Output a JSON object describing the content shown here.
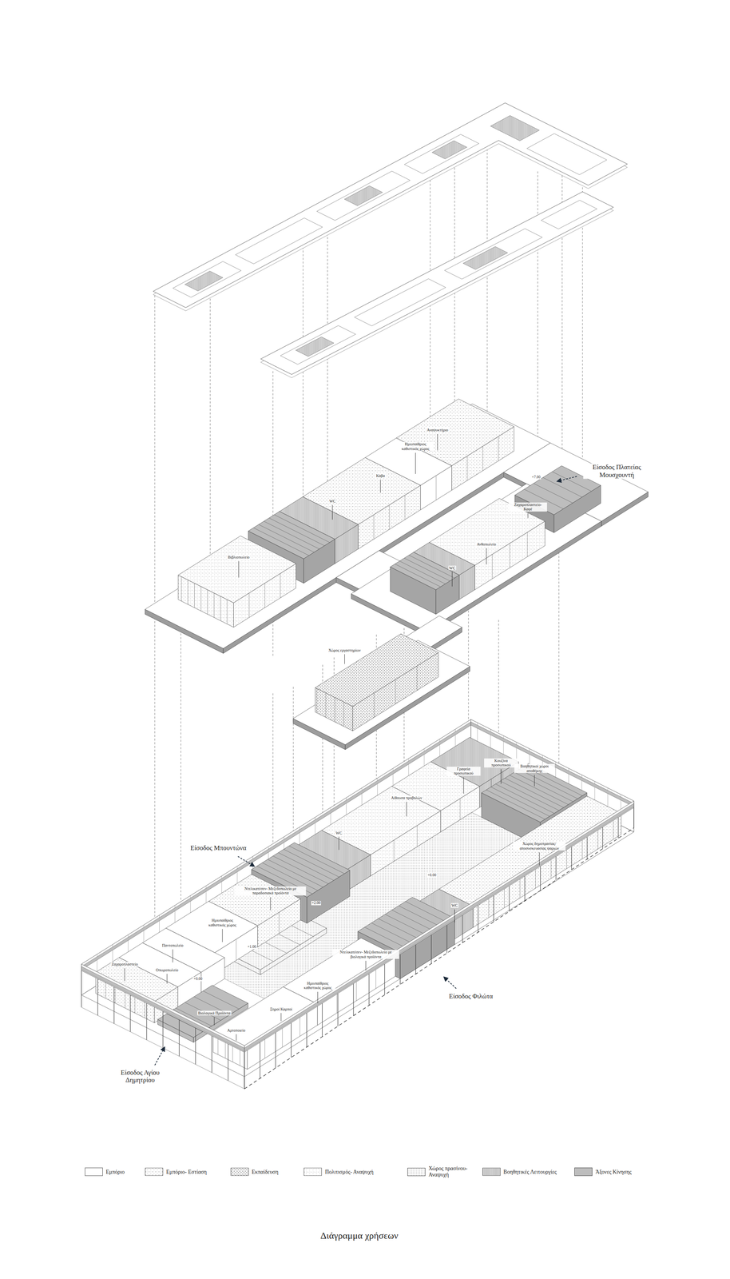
{
  "diagram": {
    "caption": "Διάγραμμα χρήσεων",
    "labels": [
      "Αναψυκτήριο",
      "Ημιυπαίθριος καθιστικός χώρος",
      "Είσοδος Πλατείας Μουσχουντή",
      "+7.00",
      "Κάβα",
      "WC",
      "Ζαχαροπλαστείο- Καφέ",
      "Ανθοπωλείο",
      "Βιβλιοπωλείο",
      "WC",
      "Χώρος εργαστηρίων",
      "Γραφεία προσωπικού",
      "Κουζίνα προσωπικού",
      "Βοηθητικοί χώροι αποθήκης",
      "Αίθουσα προβολών",
      "Χώρος δημοπρασίας/ αποσυσκευασίας ψαριών",
      "WC",
      "Είσοδος Μπουντώνα",
      "+0.00",
      "Ντελικατέσεν- Μεζεδοπωλείο με παραδοσιακά προϊόντα",
      "+2.00",
      "WC",
      "Ημιυπαίθριος καθιστικός χώρος",
      "Παντοπωλείο",
      "+1.00",
      "Ντελικατέσεν- Μεζεδοπωλείο με βιολογικά προϊόντα",
      "Ζαχαροπλαστείο",
      "Οπωροπωλείο",
      "+0.00",
      "Ημιυπαίθριος καθιστικός χώρος",
      "Είσοδος Φιλώτα",
      "Ξηροί Καρποί",
      "Βιολογικά Προϊόντα",
      "Αρτοποιείο",
      "Είσοδος Αγίου Δημητρίου"
    ],
    "legend": [
      {
        "text": "Εμπόριο",
        "color": "#ffffff"
      },
      {
        "text": "Εμπόριο- Εστίαση"
      },
      {
        "text": "Εκπαίδευση"
      },
      {
        "text": "Πολιτισμός- Αναψυχή"
      },
      {
        "text": "Χώρος πρασίνου- Αναψυχή"
      },
      {
        "text": "Βοηθητικές Λειτουργίες"
      },
      {
        "text": "Άξονες Κίνησης",
        "color": "#bdbdbd"
      }
    ]
  }
}
